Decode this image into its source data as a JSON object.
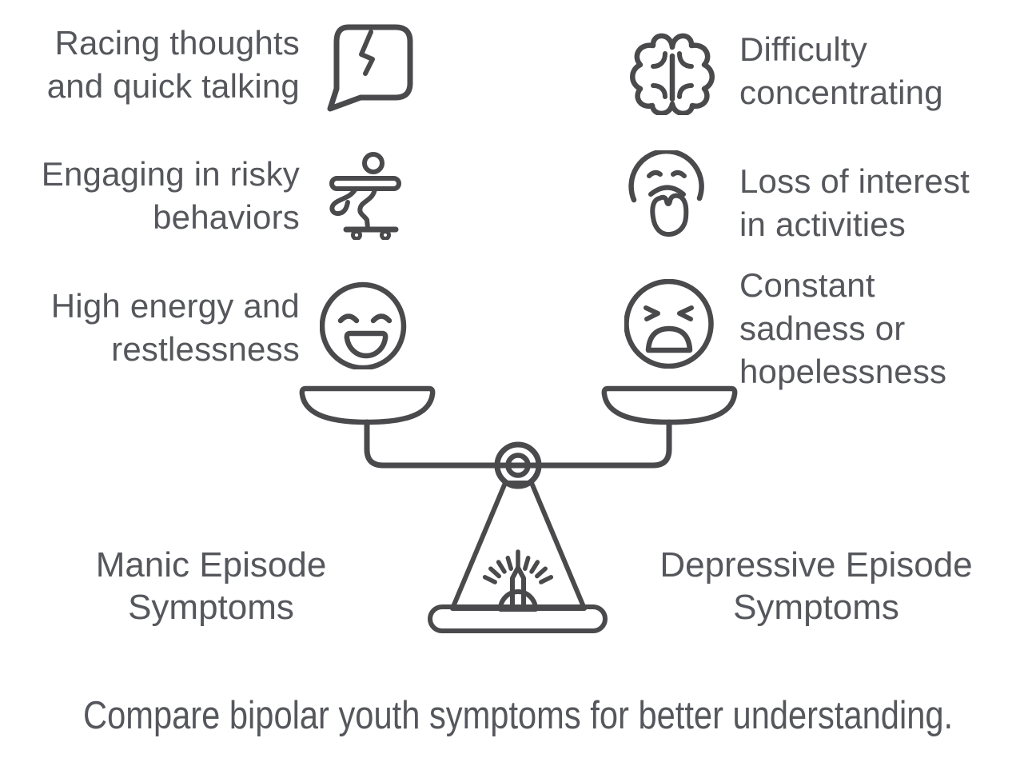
{
  "colors": {
    "pan_left": "#fa9f9d",
    "pan_right": "#7eadf7",
    "stroke": "#4a4a4c",
    "text": "#55575c",
    "base_fill": "#f2f2f3"
  },
  "manic": {
    "items": [
      {
        "line1": "Racing thoughts",
        "line2": "and quick talking",
        "icon": "cracked-speech-bubble-icon"
      },
      {
        "line1": "Engaging in risky",
        "line2": "behaviors",
        "icon": "skateboarder-icon"
      },
      {
        "line1": "High energy and",
        "line2": "restlessness",
        "icon": "laughing-face-icon"
      }
    ],
    "label_line1": "Manic Episode",
    "label_line2": "Symptoms"
  },
  "depressive": {
    "items": [
      {
        "line1": "Difficulty",
        "line2": "concentrating",
        "icon": "brain-icon"
      },
      {
        "line1": "Loss of interest",
        "line2": "in activities",
        "icon": "weary-face-icon"
      },
      {
        "line1": "Constant",
        "line2": "sadness or",
        "line3": "hopelessness",
        "icon": "crying-face-icon"
      }
    ],
    "label_line1": "Depressive Episode",
    "label_line2": "Symptoms"
  },
  "scale_icon": "balance-scale-icon",
  "caption": "Compare bipolar youth symptoms for better understanding."
}
